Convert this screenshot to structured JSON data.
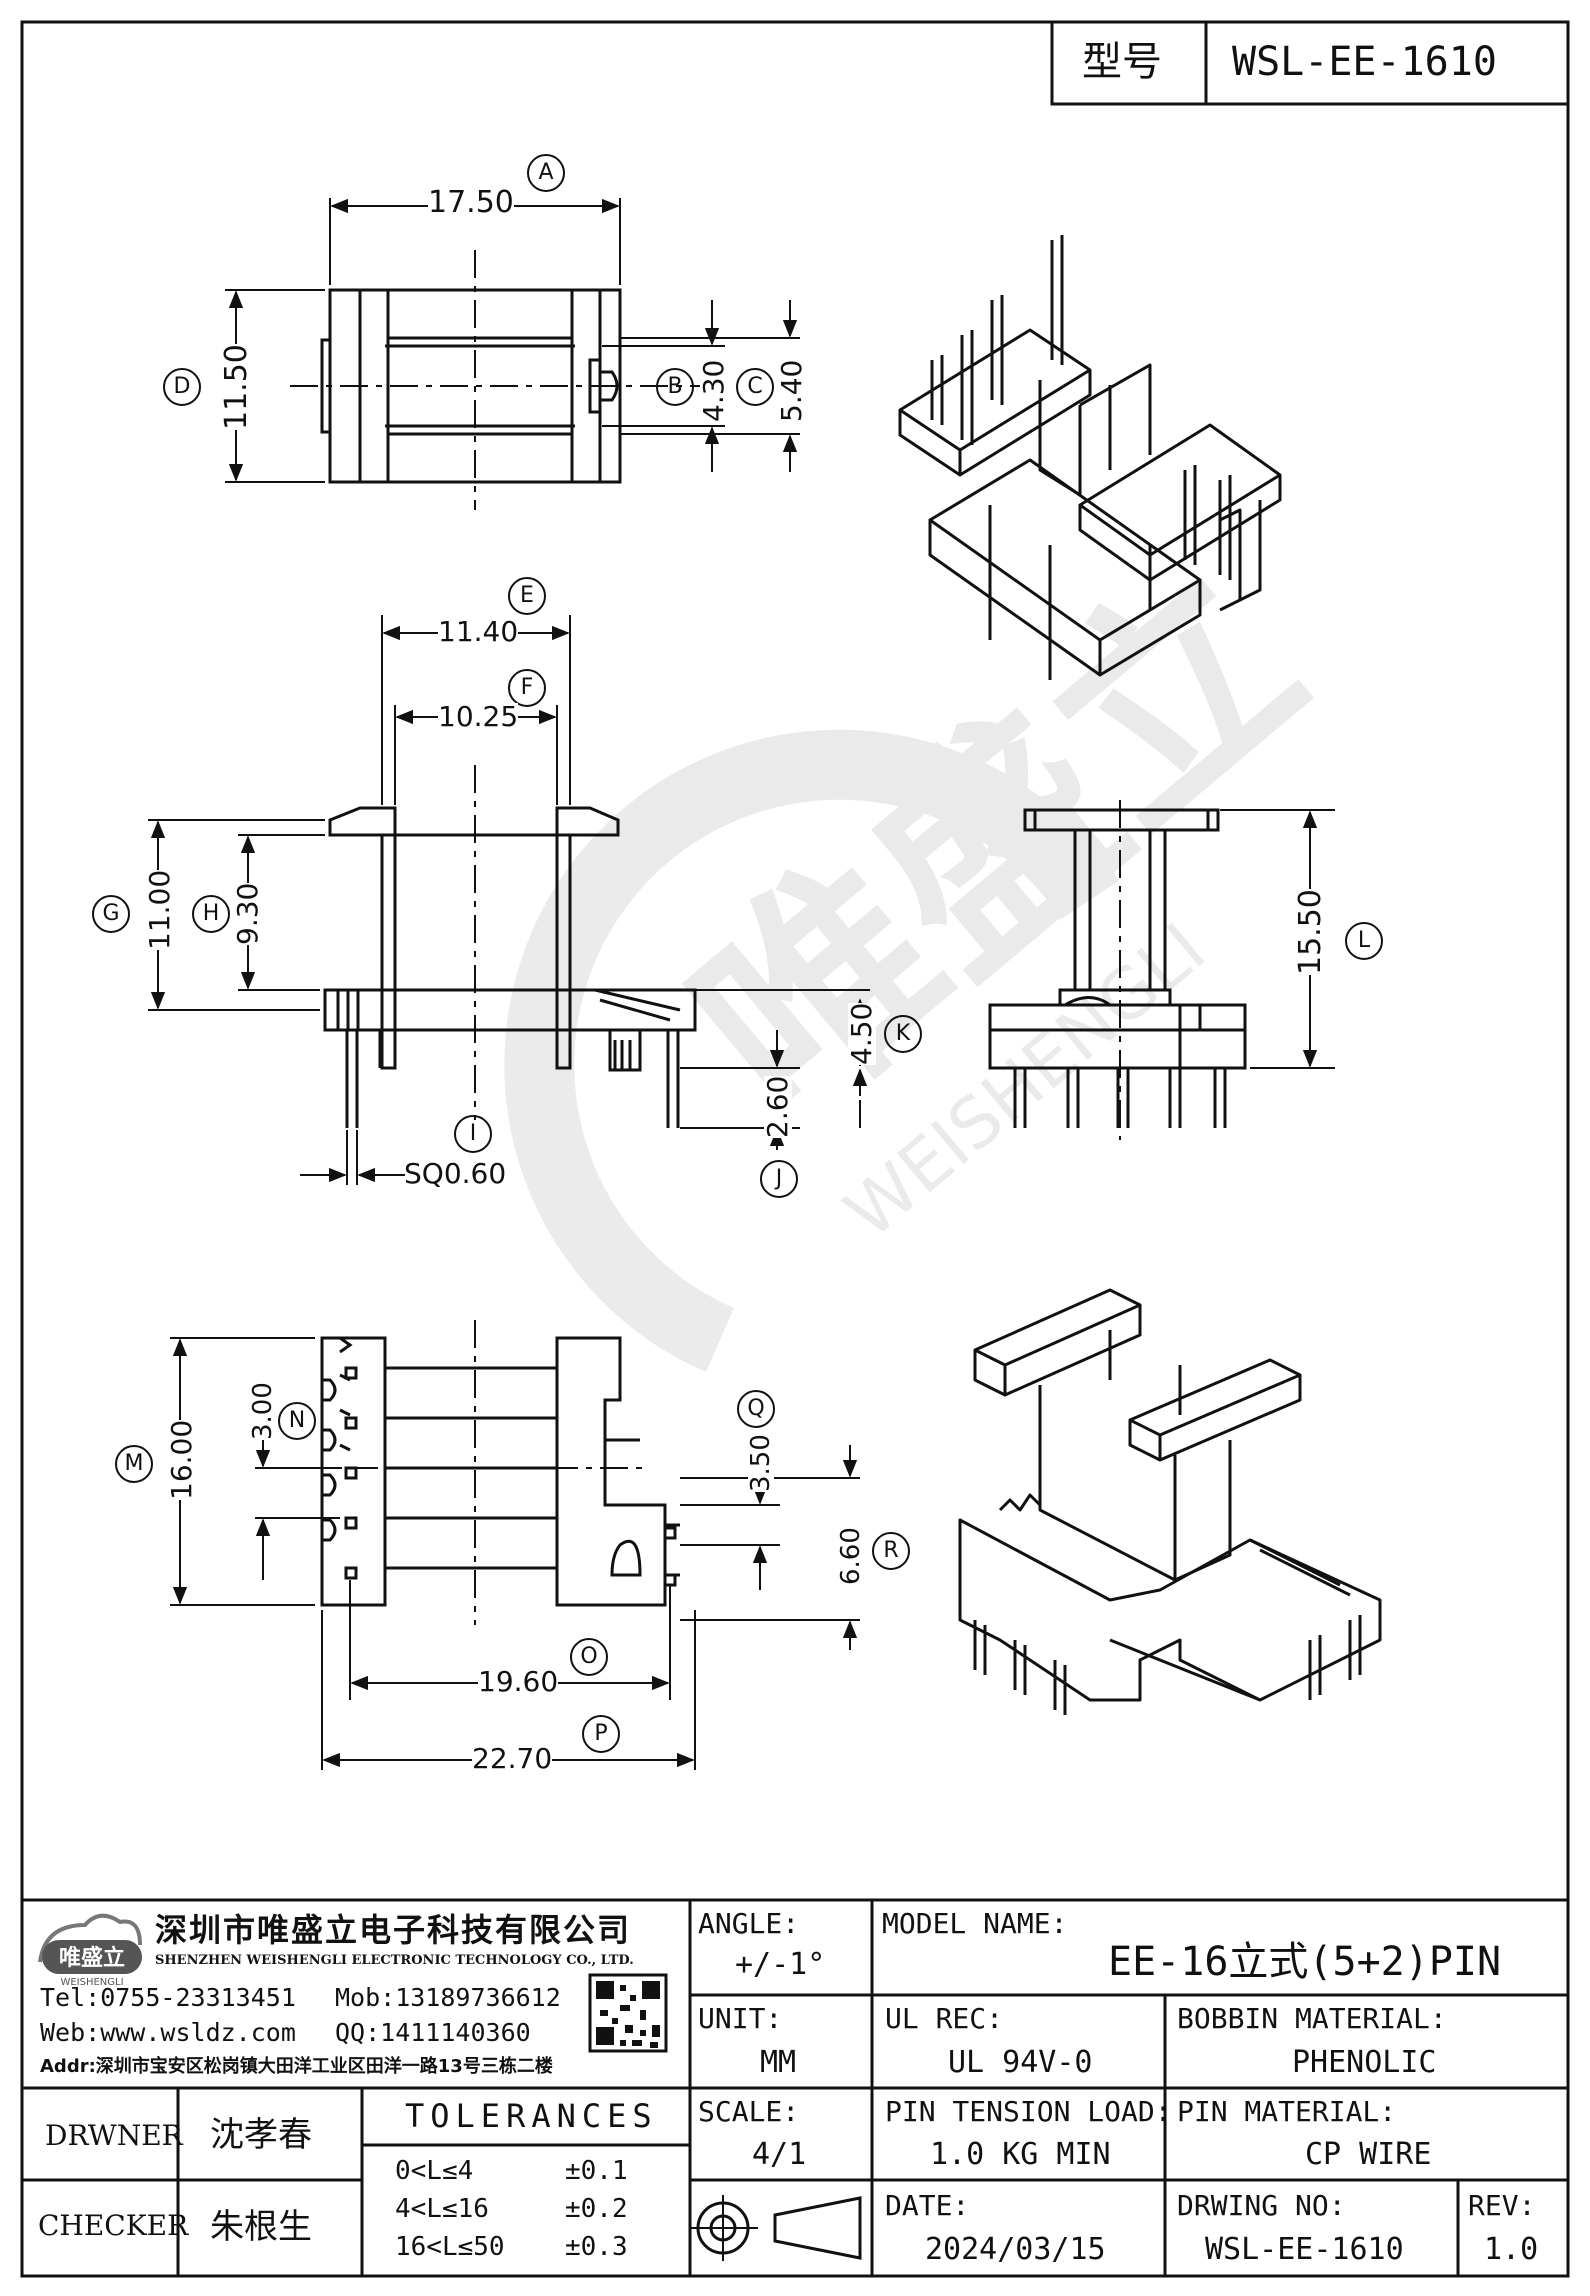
{
  "header": {
    "type_label": "型号",
    "model_code": "WSL-EE-1610"
  },
  "dimensions": {
    "A": "17.50",
    "B": "4.30",
    "C": "5.40",
    "D": "11.50",
    "E": "11.40",
    "F": "10.25",
    "G": "11.00",
    "H": "9.30",
    "I": "SQ0.60",
    "J": "2.60",
    "K": "4.50",
    "L": "15.50",
    "M": "16.00",
    "N": "3.00",
    "O": "19.60",
    "P": "22.70",
    "Q": "3.50",
    "R": "6.60"
  },
  "watermark": {
    "logo_text": "唯盛立",
    "brand_en": "WEISHENGLI"
  },
  "company": {
    "name_cn": "深圳市唯盛立电子科技有限公司",
    "name_en": "SHENZHEN WEISHENGLI ELECTRONIC TECHNOLOGY CO., LTD.",
    "tel": "Tel:0755-23313451",
    "mob": "Mob:13189736612",
    "web": "Web:www.wsldz.com",
    "qq": "QQ:1411140360",
    "addr": "Addr:深圳市宝安区松岗镇大田洋工业区田洋一路13号三栋二楼",
    "logo_text": "唯盛立",
    "logo_sub": "WEISHENGLI"
  },
  "title_block": {
    "angle_label": "ANGLE:",
    "angle_value": "+/-1°",
    "model_name_label": "MODEL NAME:",
    "model_name_value": "EE-16立式(5+2)PIN",
    "unit_label": "UNIT:",
    "unit_value": "MM",
    "ul_rec_label": "UL REC:",
    "ul_rec_value": "UL 94V-0",
    "bobbin_material_label": "BOBBIN MATERIAL:",
    "bobbin_material_value": "PHENOLIC",
    "scale_label": "SCALE:",
    "scale_value": "4/1",
    "pin_tension_label": "PIN TENSION LOAD:",
    "pin_tension_value": "1.0 KG MIN",
    "pin_material_label": "PIN MATERIAL:",
    "pin_material_value": "CP WIRE",
    "date_label": "DATE:",
    "date_value": "2024/03/15",
    "drawing_no_label": "DRWING NO:",
    "drawing_no_value": "WSL-EE-1610",
    "rev_label": "REV:",
    "rev_value": "1.0",
    "drawer_label": "DRWNER",
    "drawer_name": "沈孝春",
    "checker_label": "CHECKER",
    "checker_name": "朱根生",
    "tolerances_title": "TOLERANCES",
    "tolerances": [
      {
        "range": "0<L≤4",
        "value": "±0.1"
      },
      {
        "range": "4<L≤16",
        "value": "±0.2"
      },
      {
        "range": "16<L≤50",
        "value": "±0.3"
      }
    ]
  }
}
